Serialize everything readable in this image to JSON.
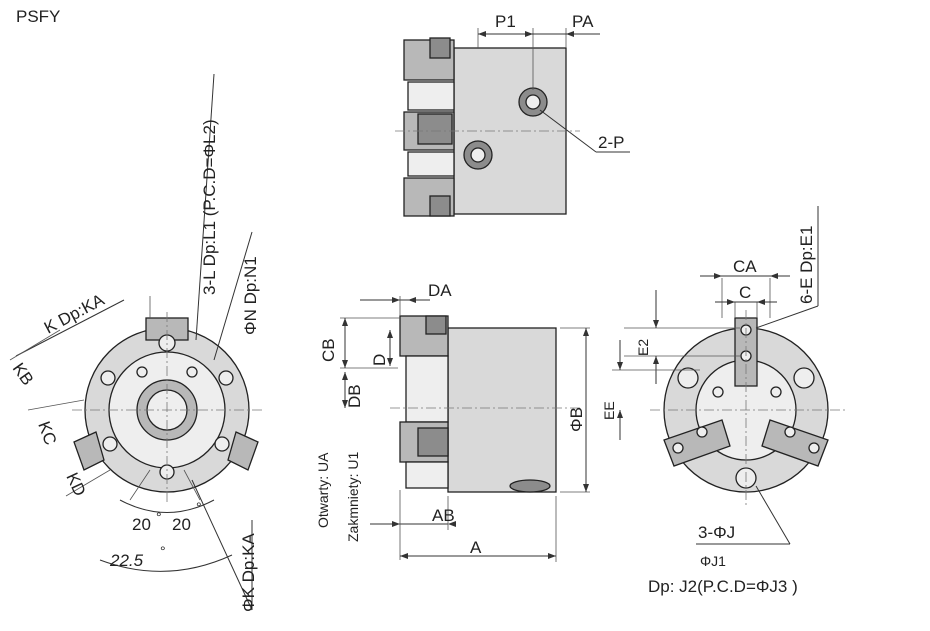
{
  "title": "PSFY",
  "labels": {
    "p1": "P1",
    "pa": "PA",
    "two_p": "2-P",
    "da": "DA",
    "cb": "CB",
    "d": "D",
    "db": "DB",
    "phi_b": "ΦB",
    "ab": "AB",
    "a": "A",
    "otwarty": "Otwarty: UA",
    "zakmniety": "Zakmniety: U1",
    "kb": "KB",
    "kc": "KC",
    "kd": "KD",
    "k_dp_ka": "K Dp:KA",
    "three_l": "3-L Dp:L1 (P.C.D=ΦL2)",
    "phi_n": "ΦN Dp:N1",
    "phi_k": "ΦK Dp:KA",
    "angle_20a": "20",
    "angle_20b": "20",
    "angle_225": "22.5",
    "deg": "°",
    "ca": "CA",
    "c": "C",
    "six_e": "6-E Dp:E1",
    "e2": "E2",
    "ee": "EE",
    "three_phi_j": "3-ΦJ",
    "phi_j1": "ΦJ1",
    "dp_j2": "Dp:  J2(P.C.D=ΦJ3 )"
  }
}
